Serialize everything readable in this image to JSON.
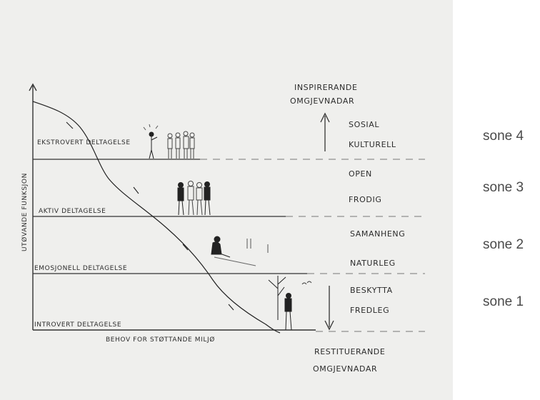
{
  "y_axis_label": "UTØVANDE FUNKSJON",
  "x_axis_label": "BEHOV FOR STØTTANDE MILJØ",
  "top_label": [
    "INSPIRERANDE",
    "OMGJEVNADAR"
  ],
  "bottom_label": [
    "RESTITUERANDE",
    "OMGJEVNADAR"
  ],
  "zones": [
    {
      "participation": "EKSTROVERT DELTAGELSE",
      "qualities": [
        "SOSIAL",
        "KULTURELL"
      ],
      "sone": "sone 4"
    },
    {
      "participation": "AKTIV DELTAGELSE",
      "qualities": [
        "OPEN",
        "FRODIG"
      ],
      "sone": "sone 3"
    },
    {
      "participation": "EMOSJONELL DELTAGELSE",
      "qualities": [
        "SAMANHENG",
        "NATURLEG"
      ],
      "sone": "sone 2"
    },
    {
      "participation": "INTROVERT DELTAGELSE",
      "qualities": [
        "BESKYTTA",
        "FREDLEG"
      ],
      "sone": "sone 1"
    }
  ]
}
